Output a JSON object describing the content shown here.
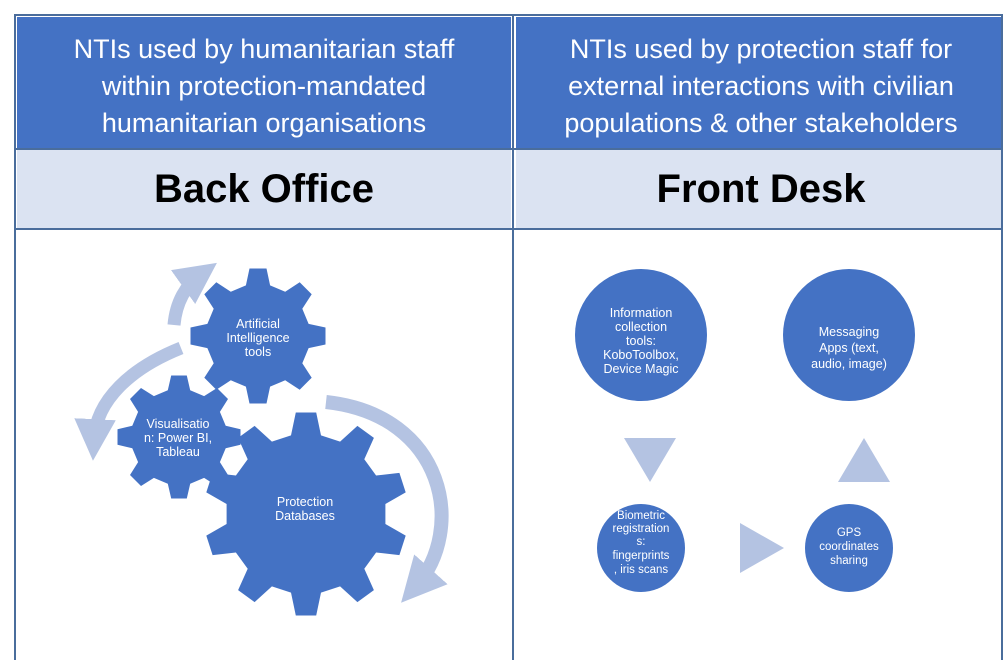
{
  "headers": {
    "left": "NTIs used by humanitarian staff within protection-mandated humanitarian organisations",
    "right": "NTIs used by protection staff for external interactions with civilian populations & other stakeholders"
  },
  "headers_lines": {
    "left": [
      "NTIs used by humanitarian staff",
      "within protection-mandated",
      "humanitarian organisations"
    ],
    "right": [
      "NTIs used by protection staff for",
      "external interactions with civilian",
      "populations & other stakeholders"
    ]
  },
  "sections": {
    "left_title": "Back Office",
    "right_title": "Front Desk"
  },
  "back_office_gears": [
    {
      "label_lines": [
        "Artificial",
        "Intelligence",
        "tools"
      ]
    },
    {
      "label_lines": [
        "Visualisatio",
        "n: Power BI,",
        "Tableau"
      ]
    },
    {
      "label_lines": [
        "Protection",
        "Databases"
      ]
    }
  ],
  "front_desk_nodes": [
    {
      "label_lines": [
        "Information",
        "collection",
        "tools:",
        "KoboToolbox,",
        "Device Magic"
      ]
    },
    {
      "label_lines": [
        "Messaging",
        "Apps (text,",
        "audio, image)"
      ]
    },
    {
      "label_lines": [
        "Biometric",
        "registration",
        "s:",
        "fingerprints",
        ", iris scans"
      ]
    },
    {
      "label_lines": [
        "GPS",
        "coordinates",
        "sharing"
      ]
    }
  ],
  "colors": {
    "header_blue": "#4472c4",
    "band_light_blue": "#dbe3f2",
    "shape_blue": "#4472c4",
    "arrow_light": "#b4c3e2",
    "border": "#4a6d9c"
  }
}
